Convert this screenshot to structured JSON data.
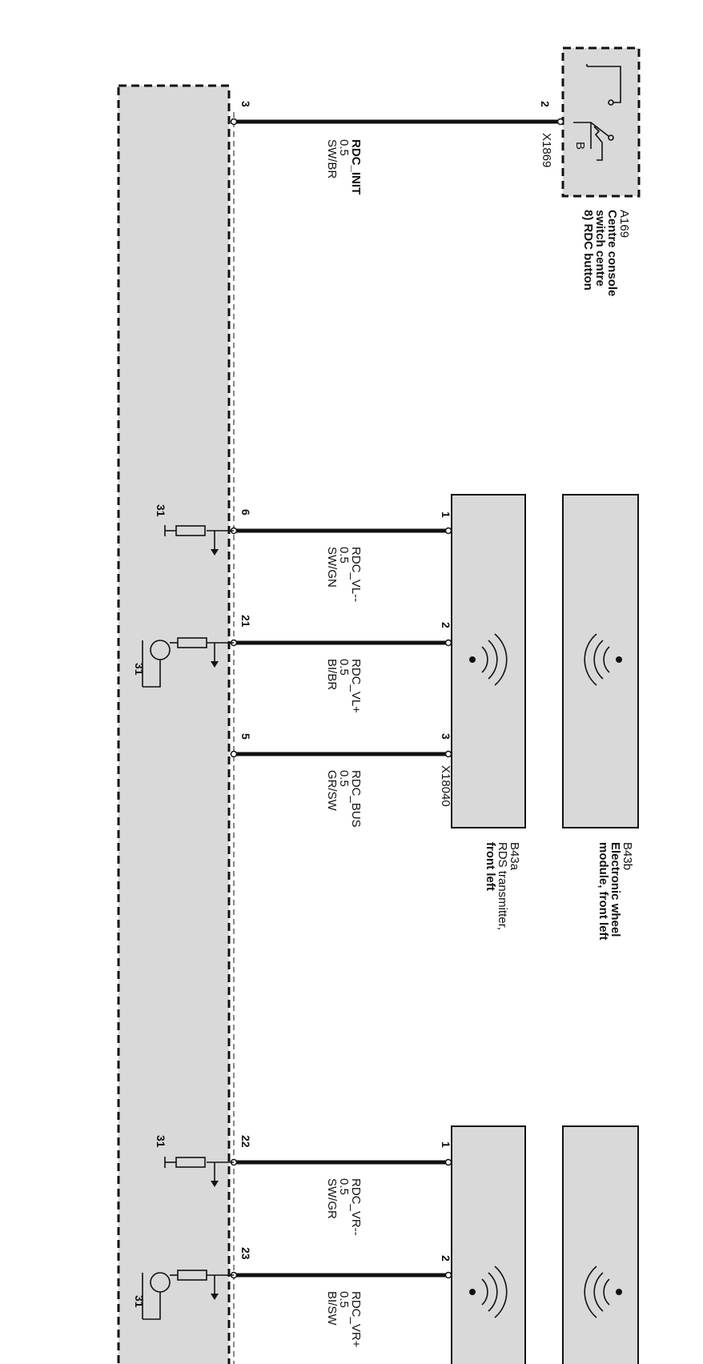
{
  "components": {
    "a169": {
      "code": "A169",
      "name_lines": [
        "Centre console",
        "switch centre",
        "8) RDC button"
      ],
      "connector": "X1869",
      "pin": "2",
      "switch_label": "B"
    },
    "b43a": {
      "code": "B43a",
      "name_lines": [
        "RDS transmitter,",
        "front left"
      ],
      "connector": "X18040",
      "pins": [
        "1",
        "2",
        "3"
      ]
    },
    "b43b": {
      "code": "B43b",
      "name_lines": [
        "Electronic wheel",
        "module, front left"
      ]
    },
    "right_transmitter": {
      "pins": [
        "1",
        "2"
      ]
    }
  },
  "wires": [
    {
      "module_pin": "3",
      "signal": "RDC_INIT",
      "size": "0.5",
      "color": "SW/BR"
    },
    {
      "module_pin": "6",
      "signal": "RDC_VL--",
      "size": "0.5",
      "color": "SW/GN"
    },
    {
      "module_pin": "21",
      "signal": "RDC_VL+",
      "size": "0.5",
      "color": "BI/BR"
    },
    {
      "module_pin": "5",
      "signal": "RDC_BUS",
      "size": "0.5",
      "color": "GR/SW"
    },
    {
      "module_pin": "22",
      "signal": "RDC_VR--",
      "size": "0.5",
      "color": "SW/GR"
    },
    {
      "module_pin": "23",
      "signal": "RDC_VR+",
      "size": "0.5",
      "color": "BI/SW"
    }
  ],
  "ground_label": "31"
}
